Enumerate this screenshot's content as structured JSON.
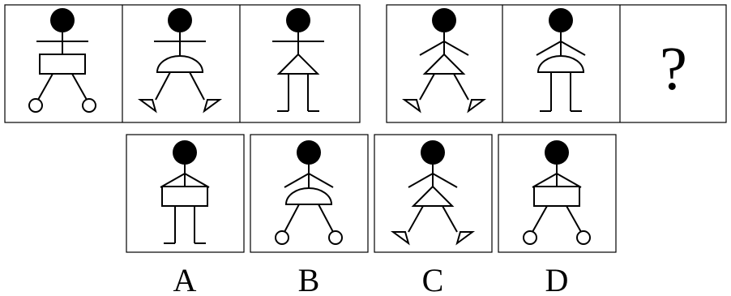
{
  "sequence": [
    {
      "arms": "straight",
      "body": "rectangle",
      "legs": "spread",
      "feet": "circles"
    },
    {
      "arms": "straight",
      "body": "semicircle",
      "legs": "spread",
      "feet": "triangles"
    },
    {
      "arms": "straight",
      "body": "triangle",
      "legs": "straight",
      "feet": "flat"
    },
    {
      "arms": "raised",
      "body": "triangle",
      "legs": "spread",
      "feet": "triangles"
    },
    {
      "arms": "raised",
      "body": "semicircle",
      "legs": "straight",
      "feet": "flat"
    }
  ],
  "question_mark": "?",
  "options": [
    {
      "label": "A",
      "figure": {
        "arms": "raised",
        "body": "rectangle",
        "legs": "straight",
        "feet": "flat"
      }
    },
    {
      "label": "B",
      "figure": {
        "arms": "raised",
        "body": "semicircle",
        "legs": "spread",
        "feet": "circles"
      }
    },
    {
      "label": "C",
      "figure": {
        "arms": "raised",
        "body": "triangle",
        "legs": "spread",
        "feet": "triangles"
      }
    },
    {
      "label": "D",
      "figure": {
        "arms": "raised",
        "body": "rectangle",
        "legs": "spread",
        "feet": "circles"
      }
    }
  ]
}
